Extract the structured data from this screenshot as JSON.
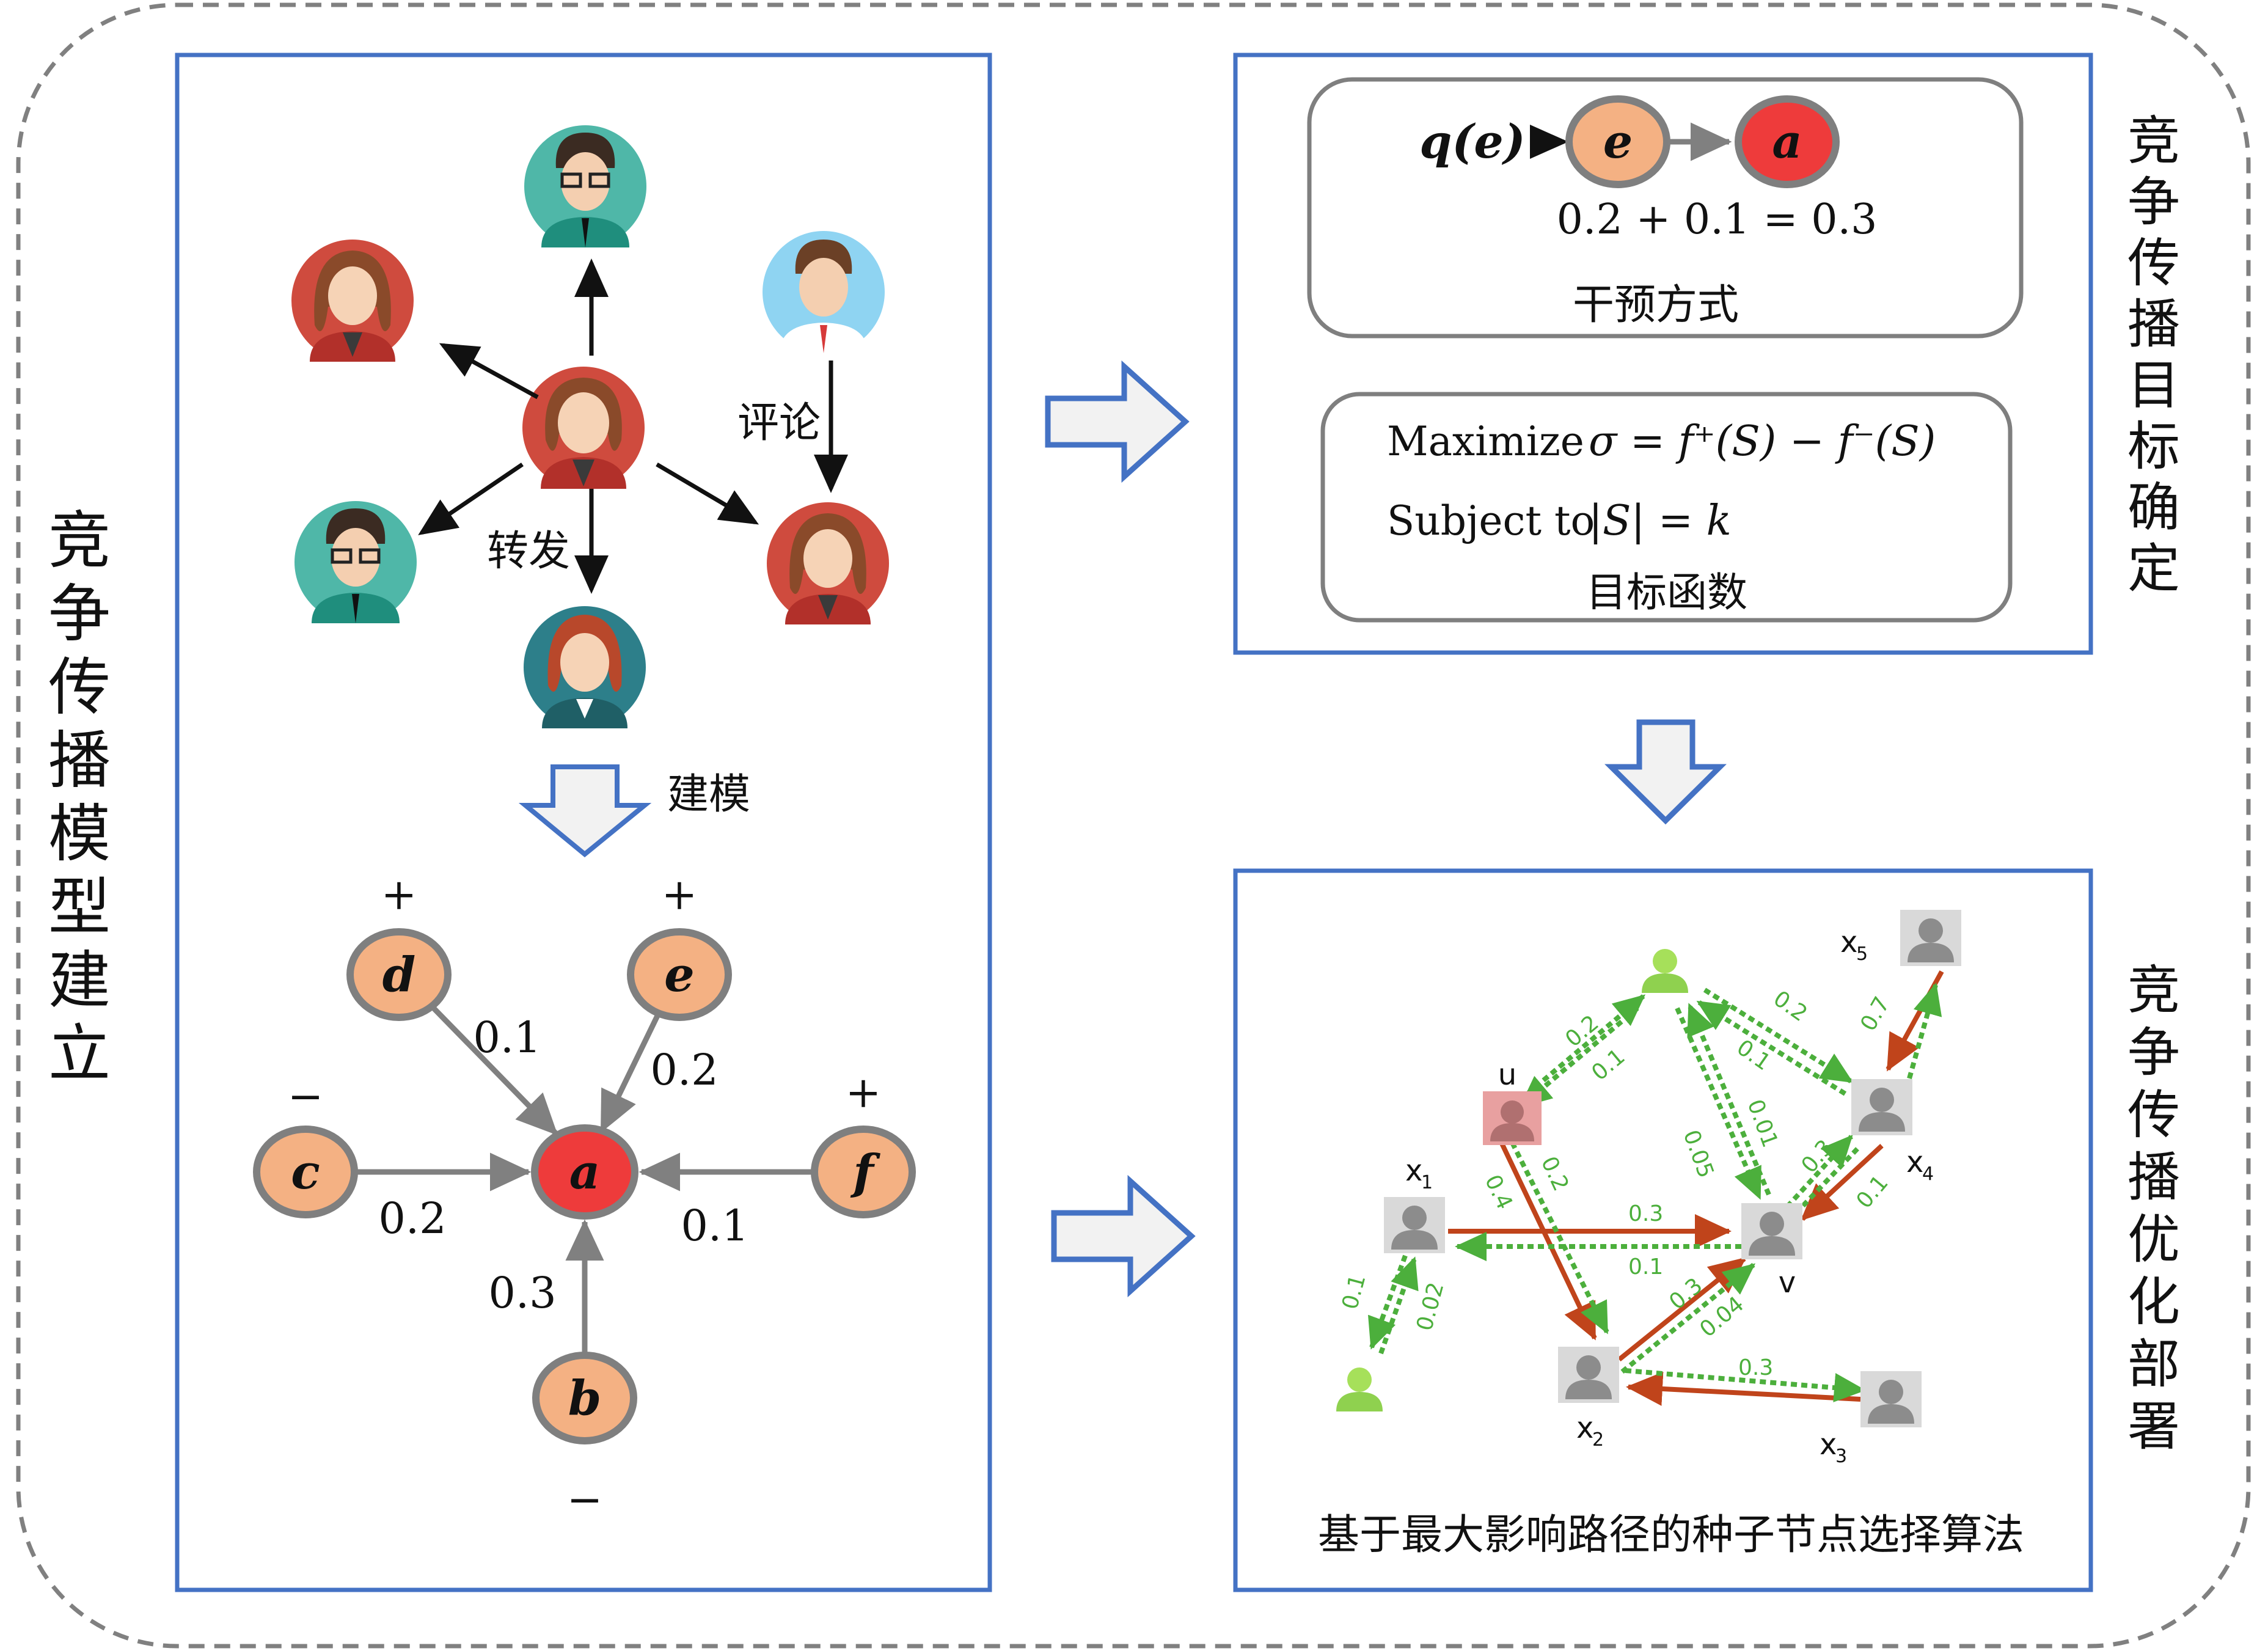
{
  "left_title": [
    "竞",
    "争",
    "传",
    "播",
    "模",
    "型",
    "建",
    "立"
  ],
  "right_title_top": [
    "竞",
    "争",
    "传",
    "播",
    "目",
    "标",
    "确",
    "定"
  ],
  "right_title_bottom": [
    "竞",
    "争",
    "传",
    "播",
    "优",
    "化",
    "部",
    "署"
  ],
  "social": {
    "label_comment": "评论",
    "label_forward": "转发",
    "label_modeling": "建模"
  },
  "model_graph": {
    "nodes": {
      "a": "a",
      "b": "b",
      "c": "c",
      "d": "d",
      "e": "e",
      "f": "f"
    },
    "signs": {
      "d": "+",
      "e": "+",
      "f": "+",
      "c": "−",
      "b": "−"
    },
    "weights": {
      "d_a": "0.1",
      "e_a": "0.2",
      "c_a": "0.2",
      "f_a": "0.1",
      "b_a": "0.3"
    },
    "colors": {
      "positive": "#f4b183",
      "target": "#ee3b3b",
      "edge": "#808080",
      "stroke": "#7f7f7f"
    }
  },
  "intervention": {
    "q_label": "q(e)",
    "node_e": "e",
    "node_a": "a",
    "equation": "0.2 + 0.1 = 0.3",
    "caption": "干预方式"
  },
  "objective": {
    "line1_prefix": "Maximize",
    "line1_formula": "σ = f⁺(S) − f⁻(S)",
    "line2_prefix": "Subject to",
    "line2_formula": "|S| = k",
    "caption": "目标函数"
  },
  "algorithm": {
    "caption": "基于最大影响路径的种子节点选择算法",
    "node_labels": {
      "u": "u",
      "v": "v",
      "x1": "x",
      "x2": "x",
      "x3": "x",
      "x4": "x",
      "x5": "x"
    },
    "node_subs": {
      "x1": "1",
      "x2": "2",
      "x3": "3",
      "x4": "4",
      "x5": "5"
    },
    "red_weights": {
      "x1_v": "0.3",
      "v_x2_r": "0.3",
      "x5": "0.7",
      "x4_v": "0.1",
      "x2_x3": "0.3"
    },
    "green_weights": {
      "u_top_a": "0.2",
      "u_top_b": "0.1",
      "top_x4_a": "0.2",
      "top_x4_b": "0.1",
      "top_v_a": "0.05",
      "top_v_b": "0.01",
      "v_x4": "0.3",
      "u_x2_a": "0.4",
      "u_x2_b": "0.2",
      "x1_green_a": "0.1",
      "x1_green_b": "0.02",
      "v_x1": "0.1",
      "v_x2_g": "0.04"
    },
    "colors": {
      "red_edge": "#c0441b",
      "green_edge": "#4caf3c"
    }
  },
  "colors": {
    "panel_border": "#4472c4",
    "outer_border": "#808080",
    "arrow_fill": "#f2f2f2"
  }
}
